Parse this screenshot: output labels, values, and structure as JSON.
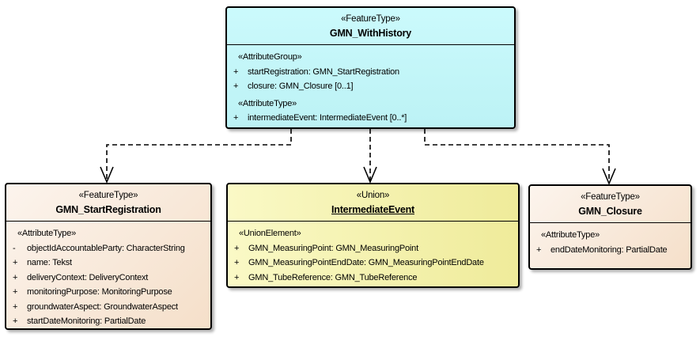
{
  "diagram": {
    "background_color": "#FFFFFF",
    "border_color": "#000000",
    "text_color": "#000000"
  },
  "boxes": [
    {
      "id": "gmn-withhistory",
      "stereotype": "«FeatureType»",
      "name": "GMN_WithHistory",
      "name_underline": false,
      "fill": [
        "#CBFAFC",
        "#BCF2F5"
      ],
      "gradient_dir": "180deg",
      "rows": [
        {
          "kind": "stereotype",
          "text": "«AttributeGroup»"
        },
        {
          "kind": "attribute",
          "vis": "+",
          "text": "startRegistration: GMN_StartRegistration"
        },
        {
          "kind": "attribute",
          "vis": "+",
          "text": "closure: GMN_Closure [0..1]"
        },
        {
          "kind": "stereotype",
          "text": "«AttributeType»"
        },
        {
          "kind": "attribute",
          "vis": "+",
          "text": "intermediateEvent: IntermediateEvent [0..*]"
        }
      ]
    },
    {
      "id": "gmn-startregistration",
      "stereotype": "«FeatureType»",
      "name": "GMN_StartRegistration",
      "name_underline": false,
      "fill": [
        "#FCF4ED",
        "#F5DFC9"
      ],
      "gradient_dir": "135deg",
      "rows": [
        {
          "kind": "stereotype",
          "text": "«AttributeType»"
        },
        {
          "kind": "attribute",
          "vis": "-",
          "text": "objectIdAccountableParty: CharacterString"
        },
        {
          "kind": "attribute",
          "vis": "+",
          "text": "name: Tekst"
        },
        {
          "kind": "attribute",
          "vis": "+",
          "text": "deliveryContext: DeliveryContext"
        },
        {
          "kind": "attribute",
          "vis": "+",
          "text": "monitoringPurpose: MonitoringPurpose"
        },
        {
          "kind": "attribute",
          "vis": "+",
          "text": "groundwaterAspect: GroundwaterAspect"
        },
        {
          "kind": "attribute",
          "vis": "+",
          "text": "startDateMonitoring: PartialDate"
        }
      ]
    },
    {
      "id": "intermediateevent",
      "stereotype": "«Union»",
      "name": "IntermediateEvent",
      "name_underline": true,
      "fill": [
        "#FAF9C6",
        "#EFEB9A"
      ],
      "gradient_dir": "90deg",
      "rows": [
        {
          "kind": "stereotype",
          "text": "«UnionElement»"
        },
        {
          "kind": "attribute",
          "vis": "+",
          "text": "GMN_MeasuringPoint: GMN_MeasuringPoint"
        },
        {
          "kind": "attribute",
          "vis": "+",
          "text": "GMN_MeasuringPointEndDate: GMN_MeasuringPointEndDate"
        },
        {
          "kind": "attribute",
          "vis": "+",
          "text": "GMN_TubeReference: GMN_TubeReference"
        }
      ]
    },
    {
      "id": "gmn-closure",
      "stereotype": "«FeatureType»",
      "name": "GMN_Closure",
      "name_underline": false,
      "fill": [
        "#FCF4ED",
        "#F5DFC9"
      ],
      "gradient_dir": "135deg",
      "rows": [
        {
          "kind": "stereotype",
          "text": "«AttributeType»"
        },
        {
          "kind": "attribute",
          "vis": "+",
          "text": "endDateMonitoring: PartialDate"
        }
      ]
    }
  ],
  "connectors": [
    {
      "from": "GMN_WithHistory",
      "to": "GMN_StartRegistration",
      "style": "dashed",
      "arrow": "open"
    },
    {
      "from": "GMN_WithHistory",
      "to": "IntermediateEvent",
      "style": "dashed",
      "arrow": "open"
    },
    {
      "from": "GMN_WithHistory",
      "to": "GMN_Closure",
      "style": "dashed",
      "arrow": "open"
    }
  ]
}
